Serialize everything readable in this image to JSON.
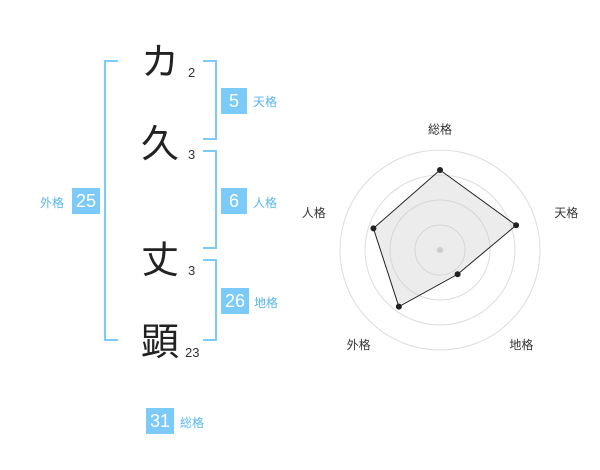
{
  "characters": [
    {
      "char": "カ",
      "strokes": "2"
    },
    {
      "char": "久",
      "strokes": "3"
    },
    {
      "char": "丈",
      "strokes": "3"
    },
    {
      "char": "顕",
      "strokes": "23"
    }
  ],
  "fortunes": {
    "tenkaku": {
      "value": "5",
      "label": "天格"
    },
    "jinkaku": {
      "value": "6",
      "label": "人格"
    },
    "chikaku": {
      "value": "26",
      "label": "地格"
    },
    "gaikaku": {
      "value": "25",
      "label": "外格"
    },
    "soukaku": {
      "value": "31",
      "label": "総格"
    }
  },
  "colors": {
    "accent": "#7ccaf7",
    "accent_text": "#57b7ec"
  },
  "chart_data": {
    "type": "radar",
    "axes": [
      "総格",
      "天格",
      "地格",
      "外格",
      "人格"
    ],
    "values": [
      4,
      4,
      1.5,
      3.5,
      3.5
    ],
    "rmax": 5,
    "rings": 4
  }
}
